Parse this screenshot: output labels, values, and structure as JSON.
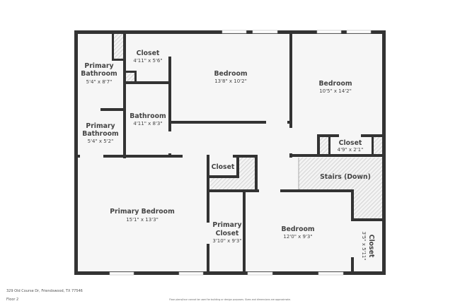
{
  "rooms": {
    "primary_bath_1": {
      "name_1": "Primary",
      "name_2": "Bathroom",
      "size": "5'4\" x 8'7\""
    },
    "primary_bath_2": {
      "name_1": "Primary",
      "name_2": "Bathroom",
      "size": "5'4\" x 5'2\""
    },
    "closet_top": {
      "name": "Closet",
      "size": "4'11\" x 5'6\""
    },
    "bathroom": {
      "name": "Bathroom",
      "size": "4'11\" x 8'3\""
    },
    "bedroom_top": {
      "name": "Bedroom",
      "size": "13'8\" x 10'2\""
    },
    "bedroom_right": {
      "name": "Bedroom",
      "size": "10'5\" x 14'2\""
    },
    "closet_right": {
      "name": "Closet",
      "size": "4'9\" x 2'1\""
    },
    "closet_hall": {
      "name": "Closet"
    },
    "stairs": {
      "name": "Stairs (Down)"
    },
    "primary_bedroom": {
      "name": "Primary Bedroom",
      "size": "15'1\" x 13'3\""
    },
    "primary_closet": {
      "name_1": "Primary",
      "name_2": "Closet",
      "size": "3'10\" x 9'3\""
    },
    "bedroom_bottom": {
      "name": "Bedroom",
      "size": "12'0\" x 9'3\""
    },
    "closet_bottom": {
      "name": "Closet",
      "size": "3'5\" x 5'11\""
    }
  },
  "footer": {
    "address": "329 Old Course Dr, Friendswood, TX 77546",
    "floor": "Floor 2",
    "disclaimer": "Floor plans/tour cannot be used for building or design purposes. Sizes and dimensions are approximate."
  }
}
